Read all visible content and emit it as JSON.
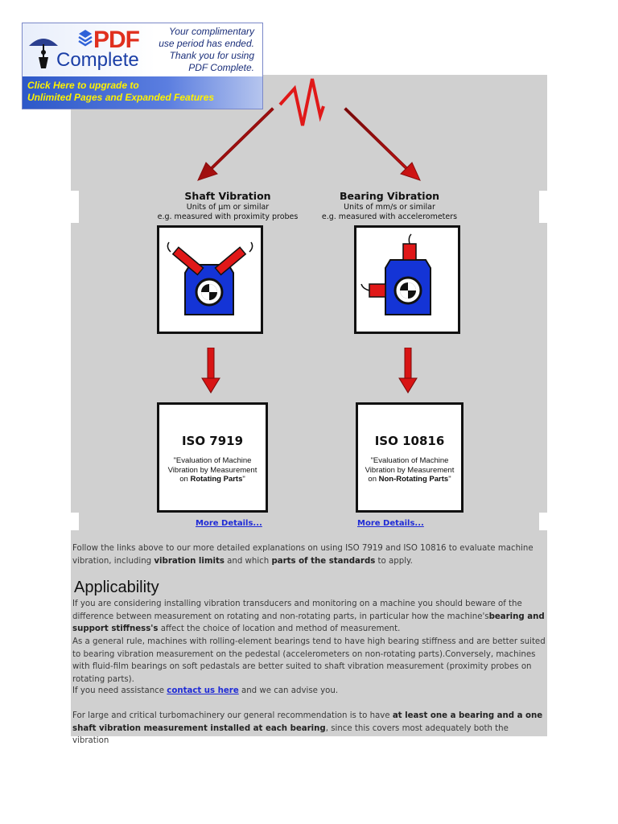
{
  "banner": {
    "logo_pdf": "PDF",
    "logo_complete": "Complete",
    "message_lines": [
      "Your complimentary",
      "use period has ended.",
      "Thank you for using",
      "PDF Complete."
    ],
    "cta_lines": [
      "Click Here to upgrade to",
      "Unlimited Pages and Expanded Features"
    ]
  },
  "left": {
    "heading": "Shaft Vibration",
    "units": "Units of µm or similar",
    "example": "e.g. measured with proximity probes",
    "iso_title": "ISO 7919",
    "iso_desc_line1": "\"Evaluation of Machine",
    "iso_desc_line2": "Vibration by Measurement",
    "iso_desc_prefix": "on ",
    "iso_desc_bold": "Rotating Parts",
    "iso_desc_suffix": "\"",
    "link": "More Details..."
  },
  "right": {
    "heading": "Bearing Vibration",
    "units": "Units of mm/s or similar",
    "example": "e.g. measured with accelerometers",
    "iso_title": "ISO 10816",
    "iso_desc_line1": "\"Evaluation of Machine",
    "iso_desc_line2": "Vibration by Measurement",
    "iso_desc_prefix": "on ",
    "iso_desc_bold": "Non-Rotating Parts",
    "iso_desc_suffix": "\"",
    "link": "More Details..."
  },
  "body": {
    "intro_a": "Follow the links above to our more detailed explanations on using ISO 7919 and ISO 10816 to evaluate machine vibration, including ",
    "intro_b": "vibration limits",
    "intro_c": " and which ",
    "intro_d": "parts of the standards",
    "intro_e": " to apply.",
    "section_title": "Applicability",
    "p1_a": "If you are considering installing vibration transducers and monitoring on a machine you should beware of the difference between measurement on rotating and non-rotating parts, in particular how the machine's",
    "p1_b": "bearing and support stiffness's",
    "p1_c": " affect the choice of location and method of measurement.",
    "p2": "As a general rule, machines with rolling-element bearings tend to have high bearing stiffness and are better suited to bearing vibration measurement on the pedestal (accelerometers on non-rotating parts).Conversely, machines with fluid-film bearings on soft pedastals are better suited to shaft vibration measurement (proximity probes on rotating parts).",
    "p3_a": "If you need assistance ",
    "p3_link": "contact us here",
    "p3_b": " and we can advise you.",
    "p4_a": "For large and critical turbomachinery our general recommendation is to have ",
    "p4_b": "at least one a bearing and a one shaft vibration measurement installed at each bearing",
    "p4_c": ", since this covers most adequately both the vibration"
  }
}
